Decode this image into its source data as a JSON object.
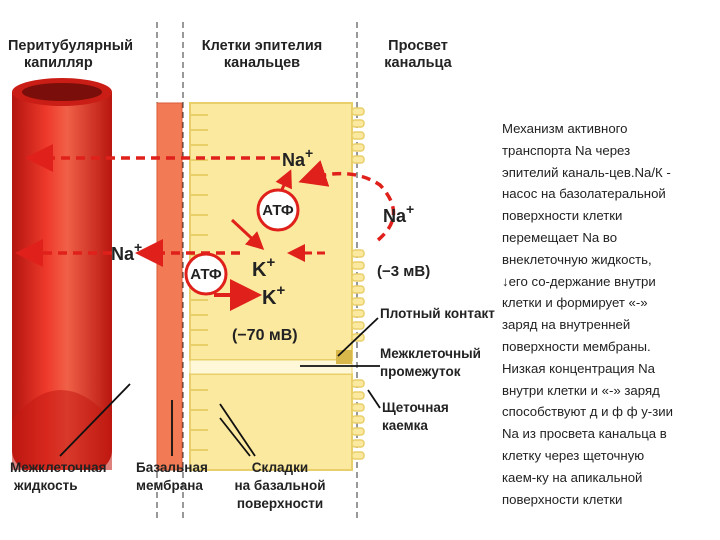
{
  "labels": {
    "capillary": [
      "Перитубулярный",
      "капилляр"
    ],
    "epithelium": [
      "Клетки эпителия",
      "канальцев"
    ],
    "lumen": [
      "Просвет",
      "канальца"
    ],
    "tight_junction": "Плотный контакт",
    "intercellular_gap": [
      "Межклеточный",
      "промежуток"
    ],
    "brush_border": [
      "Щеточная",
      "каемка"
    ],
    "interstitial_fluid": [
      "Межклеточная",
      "жидкость"
    ],
    "basal_membrane": [
      "Базальная",
      "мембрана"
    ],
    "basal_folds": [
      "Складки",
      "на базальной",
      "поверхности"
    ]
  },
  "ions": {
    "na": "Na",
    "k": "K",
    "plus": "+",
    "atp": "АТФ",
    "potential_lumen": "(−3 мВ)",
    "potential_cell": "(−70 мВ)"
  },
  "description_lines": [
    "Механизм активного",
    "транспорта Na через",
    "эпителий каналь-цев.Na/К -",
    "насос на базолатеральной",
    "поверхности клетки",
    "перемещает Na во",
    "внеклеточную жидкость,",
    "↓его со-держание внутри",
    "клетки и формирует «-»",
    "заряд на внутренней",
    "поверхности мембраны.",
    "Низкая концентрация Na",
    "внутри клетки и «-» заряд",
    "способствуют д и ф ф у-зии",
    "Na из просвета канальца в",
    "клетку через щеточную",
    "каем-ку на апикальной",
    "поверхности клетки"
  ],
  "colors": {
    "vessel": "#e8251f",
    "vessel_dark": "#b0140f",
    "membrane": "#f27a55",
    "cell": "#fbe9a0",
    "cell_edge": "#e9cf6a",
    "arrow": "#e0201a"
  }
}
